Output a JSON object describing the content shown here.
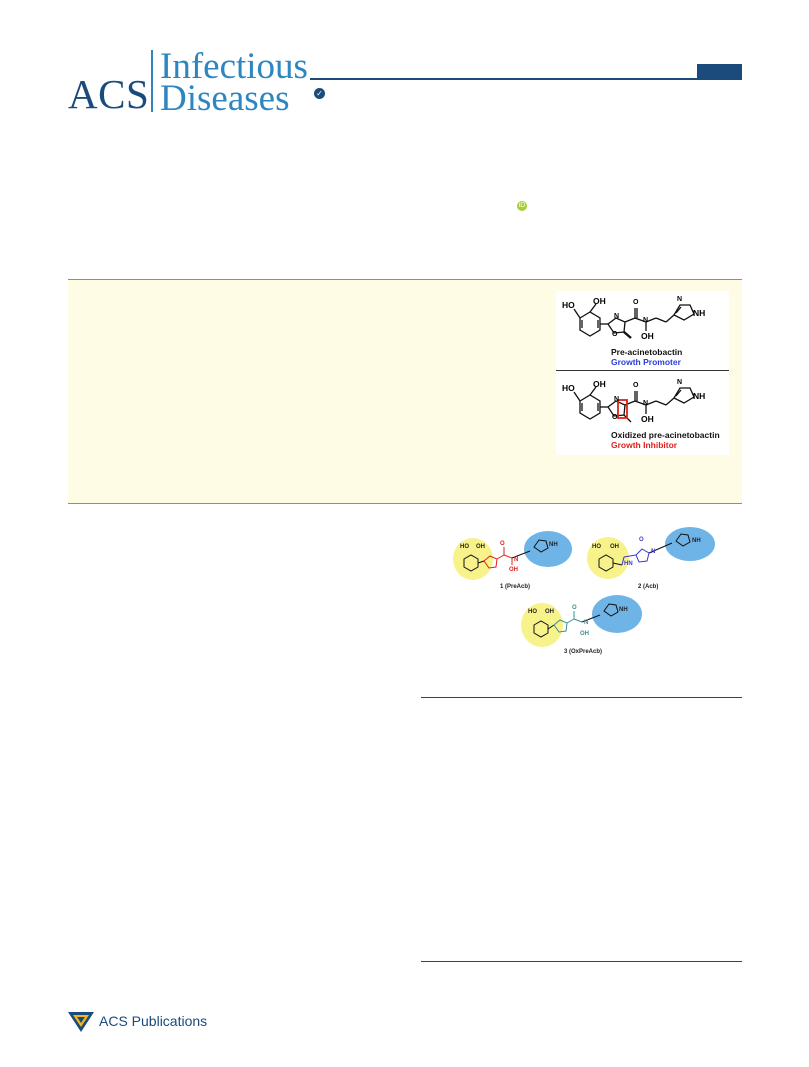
{
  "masthead": {
    "acs": "ACS",
    "journal_word_1": "Infectious",
    "journal_word_2": "Diseases",
    "check_icon": "check-circle-icon",
    "check_glyph": "✓"
  },
  "author_badge": {
    "icon": "orcid-icon",
    "glyph": "iD"
  },
  "toc_graphic": {
    "top": {
      "name": "Pre-acinetobactin",
      "role": "Growth Promoter"
    },
    "bottom": {
      "name": "Oxidized pre-acinetobactin",
      "role": "Growth Inhibitor"
    },
    "atoms": {
      "ho": "HO",
      "oh": "OH",
      "n": "N",
      "o": "O",
      "nh": "NH"
    }
  },
  "figure1": {
    "compounds": [
      {
        "label": "1 (PreAcb)"
      },
      {
        "label": "2 (Acb)"
      },
      {
        "label": "3 (OxPreAcb)"
      }
    ],
    "atoms": {
      "ho": "HO",
      "oh": "OH",
      "n": "N",
      "o": "O",
      "nh": "NH",
      "hn": "HN"
    }
  },
  "footer": {
    "publisher": "ACS Publications",
    "logo_icon": "acs-publications-logo-icon"
  },
  "colors": {
    "brand_dark": "#1b4b7c",
    "brand_light": "#2e86c1",
    "abstract_bg": "#fffce6",
    "promoter": "#2b3cd8",
    "inhibitor": "#e0201a",
    "preacb_core": "#e0201a",
    "acb_core": "#3a3acc",
    "oxpreacb_core": "#3b8f95",
    "catechol_highlight": "#f7f28a",
    "imidazole_highlight": "#6fb4e6"
  }
}
